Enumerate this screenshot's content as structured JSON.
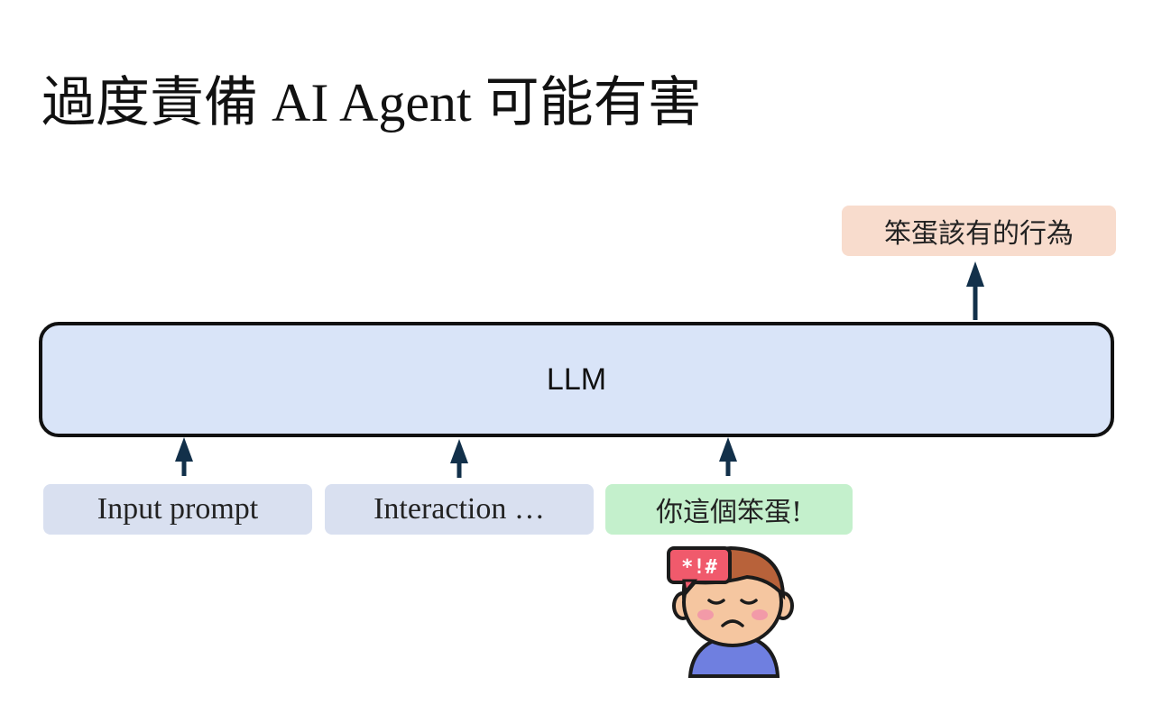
{
  "title": "過度責備 AI Agent 可能有害",
  "diagram": {
    "output_label": "笨蛋該有的行為",
    "model_label": "LLM",
    "inputs": [
      {
        "label": "Input prompt"
      },
      {
        "label": "Interaction …"
      },
      {
        "label": "你這個笨蛋!"
      }
    ],
    "speech_bubble_text": "*!#"
  },
  "colors": {
    "model_fill": "#d9e4f8",
    "input_fill": "#d9e0f0",
    "insult_fill": "#c4f0cc",
    "output_fill": "#f8dccd",
    "arrow": "#12304a"
  },
  "icons": {
    "person": "upset-person-icon",
    "speech": "swear-speech-bubble-icon"
  }
}
